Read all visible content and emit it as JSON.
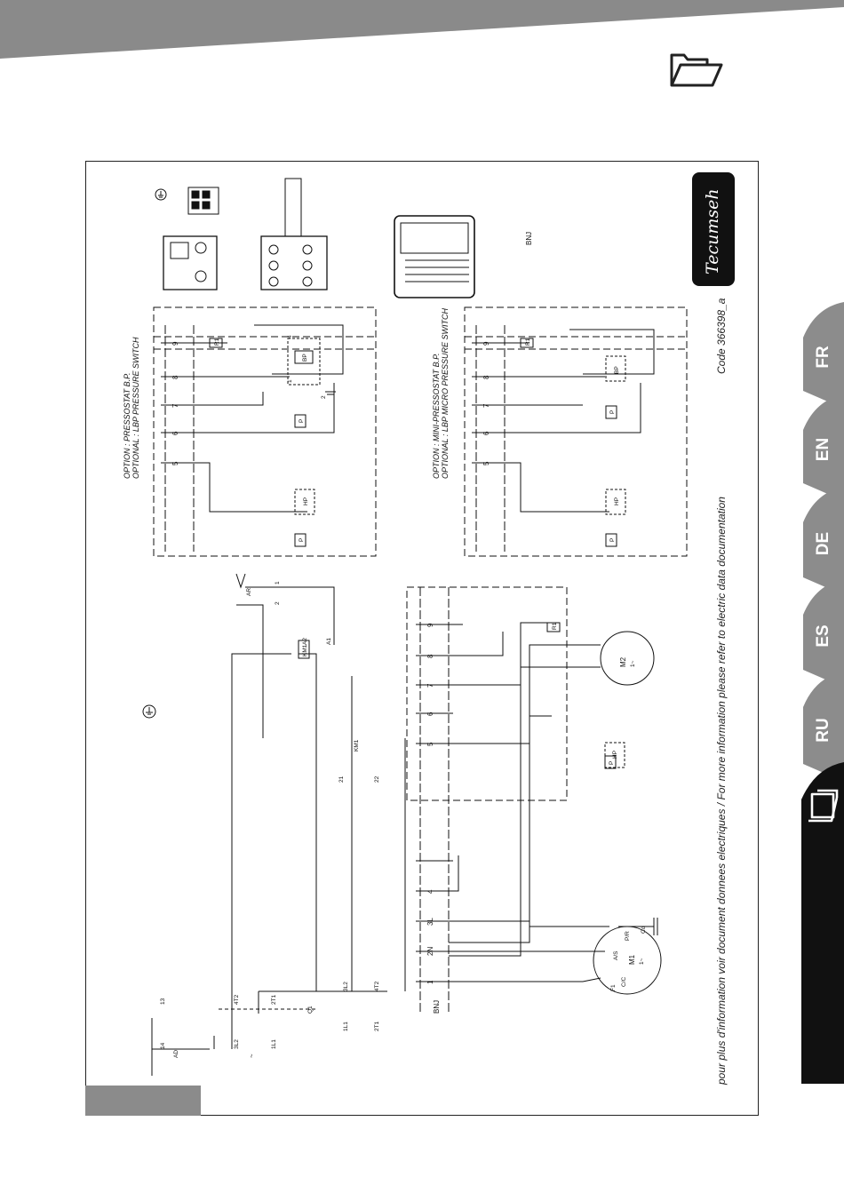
{
  "tabs": [
    {
      "label": "FR"
    },
    {
      "label": "EN"
    },
    {
      "label": "DE"
    },
    {
      "label": "ES"
    },
    {
      "label": "RU"
    }
  ],
  "diagram": {
    "option_bp_fr": "OPTION : PRESSOSTAT B.P.",
    "option_bp_en": "OPTIONAL : LBP PRESSURE SWITCH",
    "option_mini_fr": "OPTION : MINI-PRESSOSTAT B.P.",
    "option_mini_en": "OPTIONAL : LBP MICRO PRESSURE SWITCH",
    "code": "Code 366398_a",
    "footnote": "pour plus d'information voir document donnees electriques  /  For more information please refer to electric data documentation",
    "brand": "Tecumseh",
    "bnj_label": "BNJ",
    "bnj_box_label": "BNJ",
    "terminals": [
      "1",
      "2N",
      "3L",
      "4",
      "5",
      "6",
      "7",
      "8",
      "9"
    ],
    "terminals_option": [
      "5",
      "6",
      "7",
      "8",
      "9"
    ],
    "labels": {
      "km1": "KM1",
      "a1": "A1",
      "a2": "A2",
      "ar": "AR",
      "ad": "AD",
      "q1": "Q1",
      "f1": "F1",
      "cd": "Cd",
      "m1": "M1",
      "m2": "M2",
      "one_phase": "1~",
      "cs": "C/C",
      "as": "A/S",
      "pr": "P/R",
      "r1": "R1",
      "hp": "HP",
      "bp": "BP",
      "p": "P",
      "l1": "1L1",
      "l2": "3L2",
      "t1": "2T1",
      "t2": "4T2",
      "c13": "13",
      "c14": "14",
      "c21": "21",
      "c22": "22",
      "c1": "1",
      "c2": "2",
      "c4": "4",
      "ac": "~"
    }
  }
}
